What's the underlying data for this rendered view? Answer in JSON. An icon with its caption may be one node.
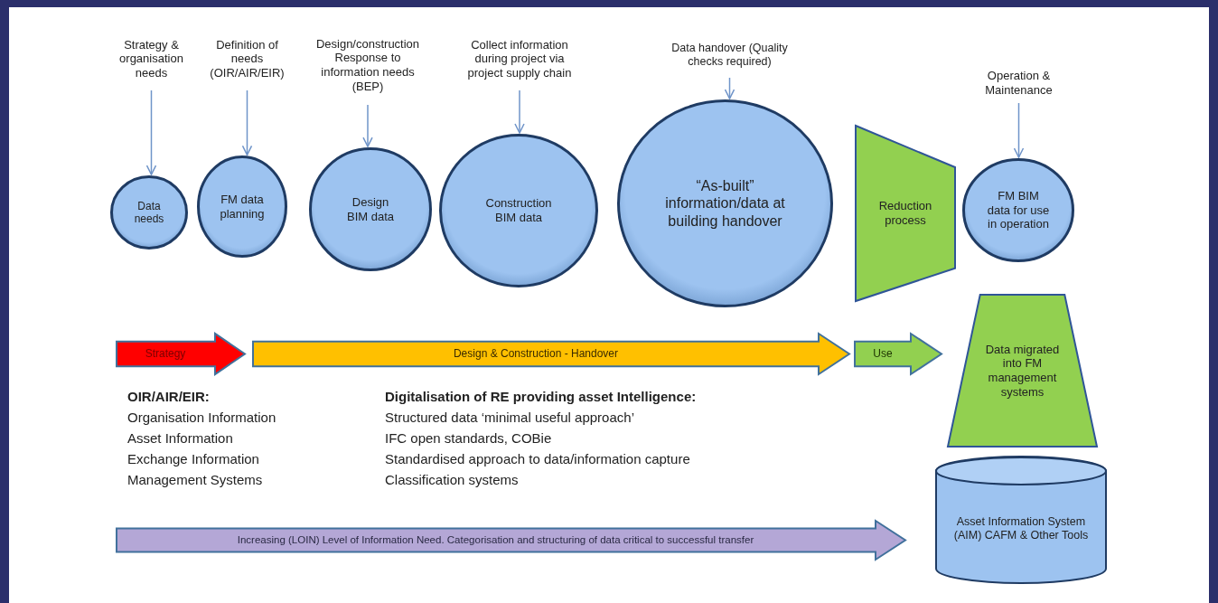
{
  "diagram": {
    "nodes": [
      {
        "text": [
          "Strategy & organisation needs"
        ]
      },
      {
        "text": [
          "Definition of needs (OIR/AIR/EIR)"
        ]
      },
      {
        "text": [
          "Design/construction Response to information needs (BEP)"
        ]
      },
      {
        "text": [
          "Collect information during project via project supply chain"
        ]
      },
      {
        "text": [
          "Data handover (Quality checks required)"
        ]
      },
      {
        "text": [
          "Operation & Maintenance"
        ]
      },
      {
        "text": [
          "Data needs"
        ]
      },
      {
        "text": [
          "FM data planning"
        ]
      },
      {
        "text": [
          "Design BIM data"
        ]
      },
      {
        "text": [
          "Construction BIM data"
        ]
      },
      {
        "text": [
          "“As-built” information/data at building handover"
        ]
      },
      {
        "text": [
          "Reduction process"
        ]
      },
      {
        "text": [
          "FM BIM data for use in operation"
        ]
      },
      {
        "text": [
          "Strategy"
        ]
      },
      {
        "text": [
          "Data migrated into FM management systems"
        ]
      },
      {
        "text": [
          "Asset Information System (AIM) CAFM & Other Tools"
        ]
      },
      {
        "text": [
          "Increasing (LOIN) Level of Information Need. Categorisation and structuring of data critical to successful transfer"
        ]
      }
    ],
    "edges": [
      {
        "from": 0,
        "to": 6,
        "arrow": "to"
      },
      {
        "from": 1,
        "to": 7,
        "arrow": "to"
      },
      {
        "from": 2,
        "to": 8,
        "arrow": "to"
      },
      {
        "from": 3,
        "to": 9,
        "arrow": "to"
      },
      {
        "from": 4,
        "to": 10,
        "arrow": "to"
      },
      {
        "from": 5,
        "to": 12,
        "arrow": "to"
      },
      {
        "from": 13,
        "to": null,
        "arrow": "to",
        "label": "Design & Construction - Handover",
        "style": "thick",
        "color": "#ffc000"
      },
      {
        "from": null,
        "to": 14,
        "arrow": "to",
        "label": "Use",
        "style": "thick",
        "color": "#92d050"
      }
    ],
    "labels": [
      "OIR/AIR/EIR:",
      "Organisation Information",
      "Asset Information",
      "Exchange Information",
      "Management Systems",
      "Digitalisation of RE providing asset Intelligence:",
      "Structured data ‘minimal useful approach’",
      "IFC open standards, COBie",
      "Standardised approach to data/information capture",
      "Classification systems"
    ]
  }
}
